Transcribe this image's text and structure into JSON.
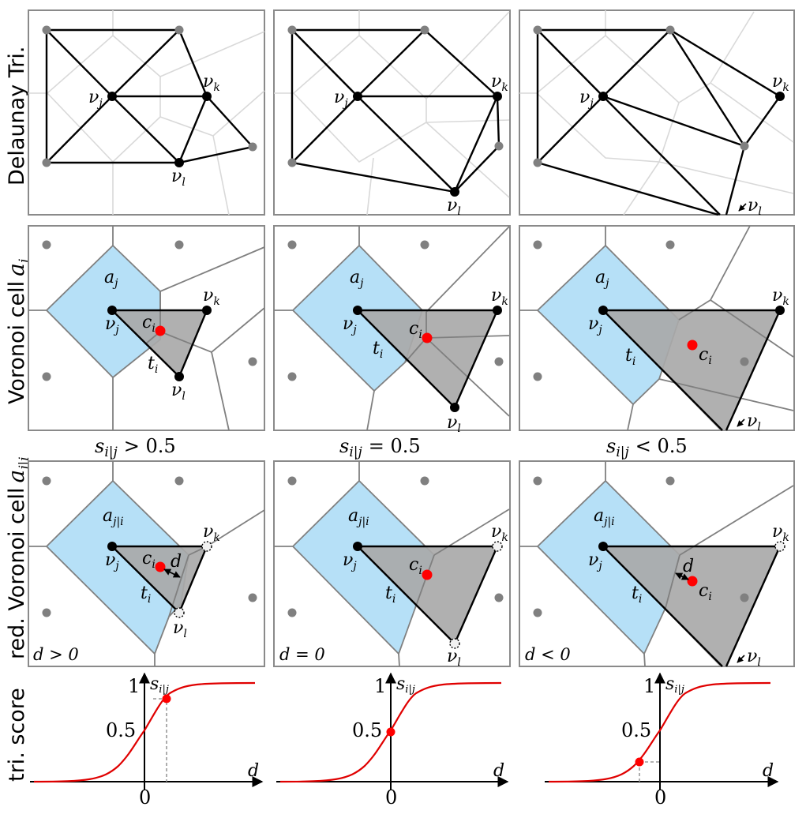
{
  "figure": {
    "row_labels": {
      "delaunay": "Delaunay Tri.",
      "voronoi": "Voronoi cell",
      "voronoi_sym": "a",
      "voronoi_sub": "j",
      "reduced": "red. Voronoi cell",
      "reduced_sym": "a",
      "reduced_sub": "j|i",
      "score": "tri. score"
    },
    "vertex_labels": {
      "vj": "ν",
      "vj_sub": "j",
      "vk": "ν",
      "vk_sub": "k",
      "vl": "ν",
      "vl_sub": "l",
      "ci": "c",
      "ci_sub": "i",
      "ti": "t",
      "ti_sub": "i",
      "aj": "a",
      "aj_sub": "j",
      "aji": "a",
      "aji_sub": "j|i",
      "d": "d"
    },
    "columns": [
      {
        "caption_s": "s",
        "caption_sub": "i|j",
        "caption_rel": "> 0.5",
        "d_label": "d > 0"
      },
      {
        "caption_s": "s",
        "caption_sub": "i|j",
        "caption_rel": "= 0.5",
        "d_label": "d = 0"
      },
      {
        "caption_s": "s",
        "caption_sub": "i|j",
        "caption_rel": "< 0.5",
        "d_label": "d < 0"
      }
    ],
    "score_plot": {
      "y_axis_label": "s",
      "y_axis_sub": "i|j",
      "x_axis_label": "d",
      "tick_1": "1",
      "tick_05": "0.5",
      "tick_0": "0"
    }
  },
  "colors": {
    "cell_fill": "#b6e0f7",
    "triangle_fill": "#a9a9a9",
    "centroid": "#ff0000",
    "curve": "#e00000",
    "inactive_point": "#808080"
  },
  "chart_data": [
    {
      "type": "line",
      "title": "tri. score (d > 0)",
      "xlabel": "d",
      "ylabel": "s_i|j",
      "x": [
        -4,
        -3,
        -2,
        -1,
        0,
        1,
        2,
        3,
        4
      ],
      "values": [
        0.0,
        0.01,
        0.05,
        0.2,
        0.5,
        0.8,
        0.95,
        0.99,
        1.0
      ],
      "highlight_point": {
        "x": 0.8,
        "y": 0.87
      },
      "yticks": [
        "0.5",
        "1"
      ],
      "xticks": [
        "0"
      ]
    },
    {
      "type": "line",
      "title": "tri. score (d = 0)",
      "xlabel": "d",
      "ylabel": "s_i|j",
      "x": [
        -4,
        -3,
        -2,
        -1,
        0,
        1,
        2,
        3,
        4
      ],
      "values": [
        0.0,
        0.01,
        0.05,
        0.2,
        0.5,
        0.8,
        0.95,
        0.99,
        1.0
      ],
      "highlight_point": {
        "x": 0,
        "y": 0.5
      },
      "yticks": [
        "0.5",
        "1"
      ],
      "xticks": [
        "0"
      ]
    },
    {
      "type": "line",
      "title": "tri. score (d < 0)",
      "xlabel": "d",
      "ylabel": "s_i|j",
      "x": [
        -4,
        -3,
        -2,
        -1,
        0,
        1,
        2,
        3,
        4
      ],
      "values": [
        0.0,
        0.01,
        0.05,
        0.2,
        0.5,
        0.8,
        0.95,
        0.99,
        1.0
      ],
      "highlight_point": {
        "x": -0.7,
        "y": 0.2
      },
      "yticks": [
        "0.5",
        "1"
      ],
      "xticks": [
        "0"
      ]
    }
  ]
}
